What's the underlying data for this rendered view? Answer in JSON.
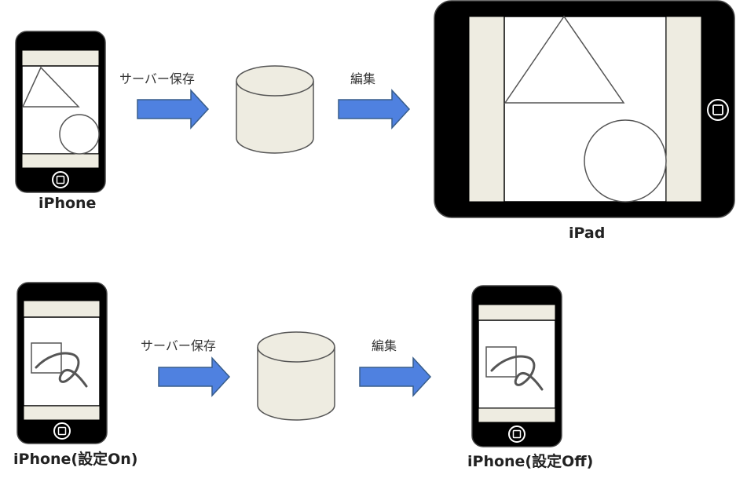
{
  "colors": {
    "device_body": "#000000",
    "screen_bar": "#eeece1",
    "screen_bg": "#ffffff",
    "arrow_fill": "#4f81e0",
    "arrow_stroke": "#385d8a",
    "database_fill": "#eeece1",
    "shape_stroke": "#555555"
  },
  "top_row": {
    "source_device": {
      "label": "iPhone",
      "icon": "iphone-icon"
    },
    "save_arrow": {
      "label": "サーバー保存",
      "icon": "right-arrow-icon"
    },
    "server": {
      "icon": "database-icon"
    },
    "edit_arrow": {
      "label": "編集",
      "icon": "right-arrow-icon"
    },
    "target_device": {
      "label": "iPad",
      "icon": "ipad-icon"
    }
  },
  "bottom_row": {
    "source_device": {
      "label": "iPhone(設定On)",
      "icon": "iphone-icon"
    },
    "save_arrow": {
      "label": "サーバー保存",
      "icon": "right-arrow-icon"
    },
    "server": {
      "icon": "database-icon"
    },
    "edit_arrow": {
      "label": "編集",
      "icon": "right-arrow-icon"
    },
    "target_device": {
      "label": "iPhone(設定Off)",
      "icon": "iphone-icon"
    }
  }
}
